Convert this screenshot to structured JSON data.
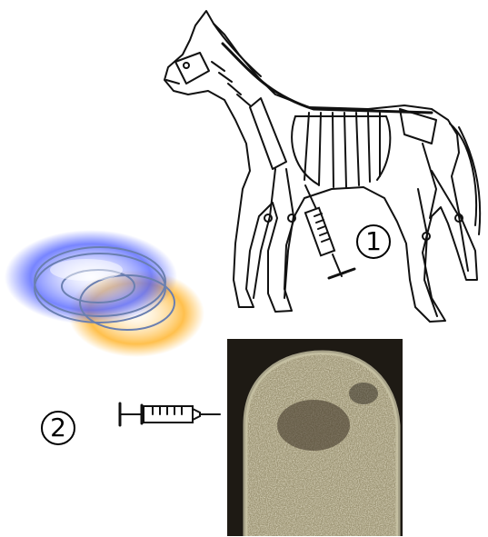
{
  "steps": [
    {
      "label": "1"
    },
    {
      "label": "2"
    }
  ],
  "icons": {
    "horse": "horse-skeleton-icon",
    "dish": "petri-dish-icon",
    "syringe": "syringe-icon",
    "ultrasound": "ultrasound-image"
  },
  "colors": {
    "line": "#111111",
    "dish_blue": "#4a5cff",
    "dish_orange": "#ffb020",
    "scan_dark": "#1e1a14",
    "scan_light": "#c9c4a6"
  }
}
